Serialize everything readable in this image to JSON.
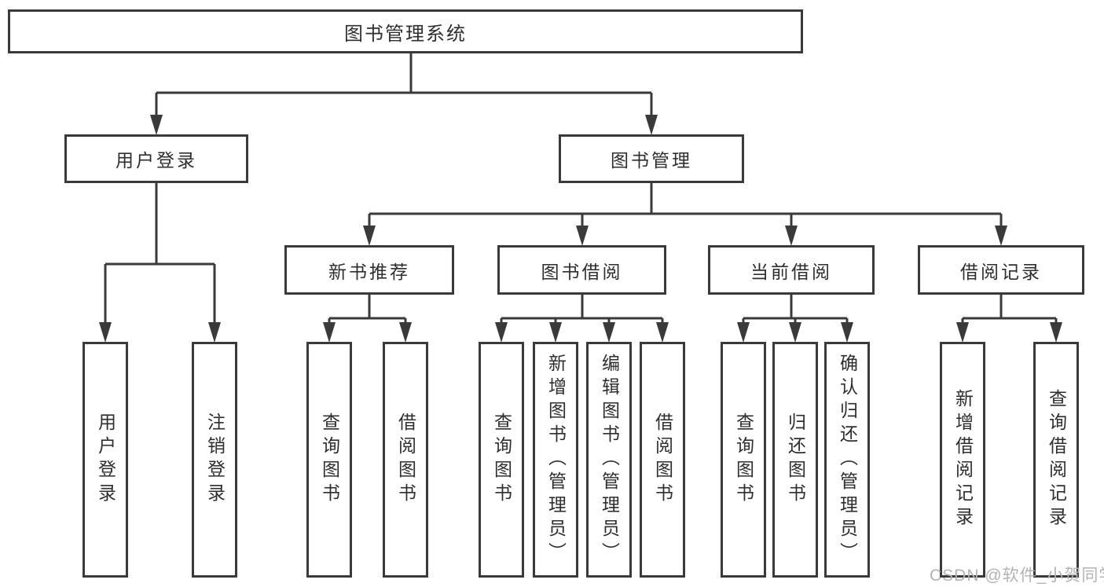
{
  "diagram": {
    "title": "图书管理系统",
    "branches": [
      {
        "label": "用户登录",
        "children": [
          {
            "label": "用户登录"
          },
          {
            "label": "注销登录"
          }
        ]
      },
      {
        "label": "图书管理",
        "children": [
          {
            "label": "新书推荐",
            "children": [
              {
                "label": "查询图书"
              },
              {
                "label": "借阅图书"
              }
            ]
          },
          {
            "label": "图书借阅",
            "children": [
              {
                "label": "查询图书"
              },
              {
                "label": "新增图书（管理员）"
              },
              {
                "label": "编辑图书（管理员）"
              },
              {
                "label": "借阅图书"
              }
            ]
          },
          {
            "label": "当前借阅",
            "children": [
              {
                "label": "查询图书"
              },
              {
                "label": "归还图书"
              },
              {
                "label": "确认归还（管理员）"
              }
            ]
          },
          {
            "label": "借阅记录",
            "children": [
              {
                "label": "新增借阅记录"
              },
              {
                "label": "查询借阅记录"
              }
            ]
          }
        ]
      }
    ],
    "line_color": "#3a3a3a",
    "border_color": "#3a3a3a",
    "text_color": "#2e2e2e",
    "watermark_color": "#b3b3b3"
  },
  "watermark": "CSDN @软件_小贺同学"
}
